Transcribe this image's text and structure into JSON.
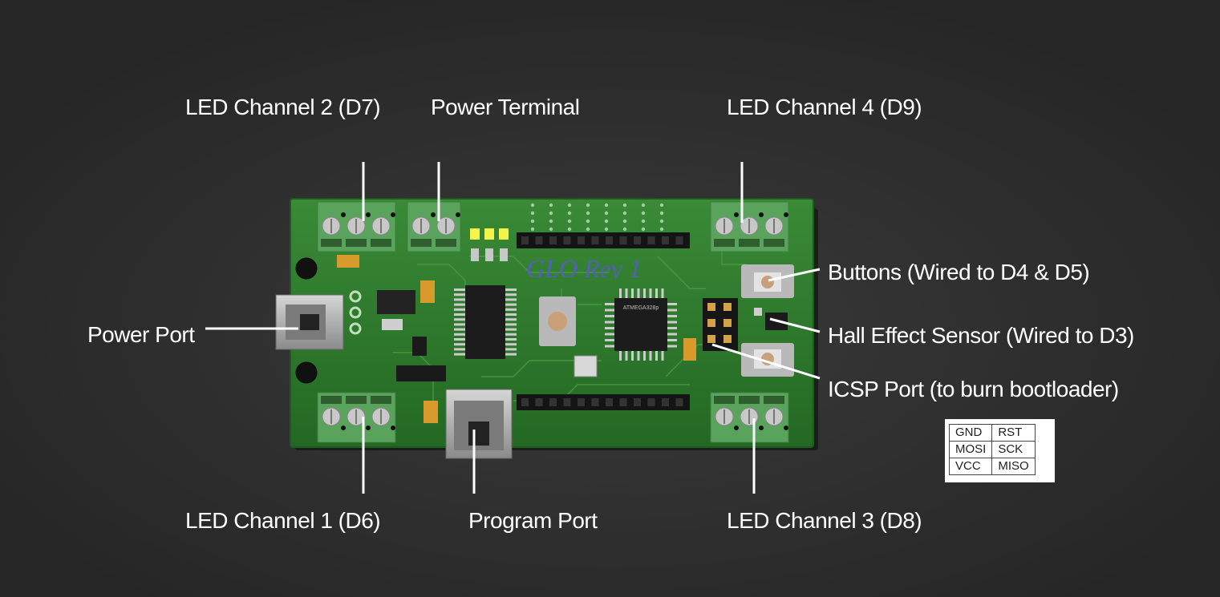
{
  "board": {
    "silkscreen": "GLO Rev 1",
    "mcu_text": "ATMEGA328p"
  },
  "labels": {
    "led2": "LED Channel 2 (D7)",
    "power_terminal": "Power Terminal",
    "led4": "LED Channel 4 (D9)",
    "buttons": "Buttons (Wired to D4 & D5)",
    "hall": "Hall Effect Sensor (Wired to D3)",
    "icsp": "ICSP Port (to burn bootloader)",
    "power_port": "Power Port",
    "led1": "LED Channel 1 (D6)",
    "program_port": "Program Port",
    "led3": "LED Channel 3 (D8)"
  },
  "pinout": {
    "rows": [
      [
        "GND",
        "RST"
      ],
      [
        "MOSI",
        "SCK"
      ],
      [
        "VCC",
        "MISO"
      ]
    ]
  },
  "colors": {
    "background": "#2c2c2c",
    "pcb": "#2f7a2e",
    "terminal": "#59a35c",
    "led": "#f4f44a",
    "label": "#ffffff"
  }
}
